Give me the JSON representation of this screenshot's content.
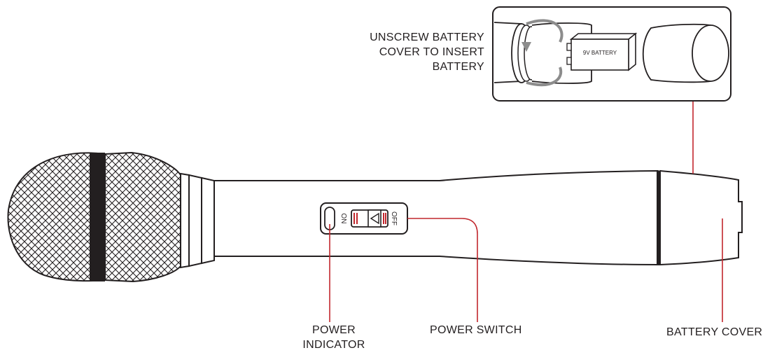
{
  "callouts": {
    "unscrew": [
      "UNSCREW BATTERY",
      "COVER TO INSERT",
      "BATTERY"
    ],
    "power_indicator": [
      "POWER",
      "INDICATOR"
    ],
    "power_switch": "POWER SWITCH",
    "battery_cover": "BATTERY COVER"
  },
  "switch_labels": {
    "on": "ON",
    "off": "OFF"
  },
  "battery_label": "9V BATTERY",
  "colors": {
    "outline": "#231f20",
    "leader": "#c1272d",
    "arrow": "#8c8c8c"
  }
}
